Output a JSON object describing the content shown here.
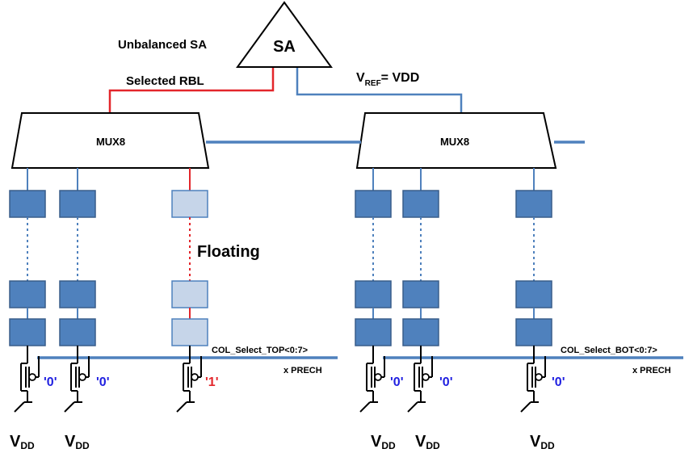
{
  "sa": {
    "label": "SA",
    "title": "Unbalanced SA",
    "selected_line": "Selected RBL",
    "vref_main": "V",
    "vref_sub": "REF",
    "vref_rest": "= VDD"
  },
  "mux_left": {
    "label": "MUX8"
  },
  "mux_right": {
    "label": "MUX8"
  },
  "floating_label": "Floating",
  "col_select_top": {
    "line1": "COL_Select_TOP<0:7>",
    "line2": "x PRECH"
  },
  "col_select_bot": {
    "line1": "COL_Select_BOT<0:7>",
    "line2": "x PRECH"
  },
  "gate_values": {
    "left": [
      "'0'",
      "'0'",
      "'1'"
    ],
    "right": [
      "'0'",
      "'0'",
      "'0'"
    ]
  },
  "vdd": {
    "main": "V",
    "sub": "DD"
  },
  "colors": {
    "cell": "#4f81bd",
    "cell_border": "#385d8a",
    "floating_cell": "#c6d5e9",
    "wire_blue": "#4f81bd",
    "wire_red": "#e3262b",
    "logic_zero": "#1f1fe0",
    "logic_one": "#e3262b"
  }
}
